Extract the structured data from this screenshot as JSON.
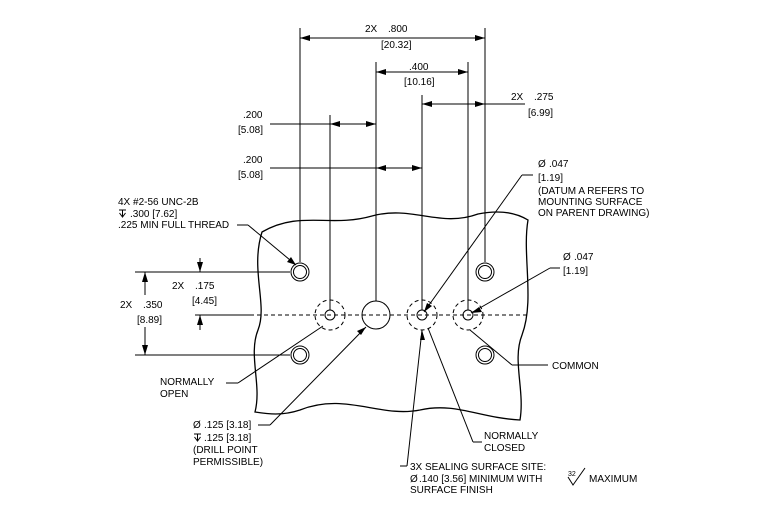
{
  "dimensions": {
    "overall_spacing": {
      "qty": "2X",
      "value": ".800",
      "metric": "[20.32]"
    },
    "center_spacing": {
      "value": ".400",
      "metric": "[10.16]"
    },
    "side_spacing": {
      "qty": "2X",
      "value": ".275",
      "metric": "[6.99]"
    },
    "left_offset_upper": {
      "value": ".200",
      "metric": "[5.08]"
    },
    "left_offset_lower": {
      "value": ".200",
      "metric": "[5.08]"
    },
    "vertical_half": {
      "qty": "2X",
      "value": ".175",
      "metric": "[4.45]"
    },
    "vertical_full": {
      "qty": "2X",
      "value": ".350",
      "metric": "[8.89]"
    }
  },
  "callouts": {
    "thread": {
      "line1": "4X #2-56 UNC-2B",
      "line2": ".300 [7.62]",
      "line3": ".225 MIN FULL THREAD"
    },
    "datum_hole": {
      "diameter": ".047",
      "metric": "[1.19]",
      "note1": "(DATUM A REFERS TO",
      "note2": "MOUNTING SURFACE",
      "note3": "ON PARENT DRAWING)"
    },
    "common_hole": {
      "diameter": ".047",
      "metric": "[1.19]"
    },
    "common_label": "COMMON",
    "normally_open": {
      "line1": "NORMALLY",
      "line2": "OPEN"
    },
    "normally_closed": {
      "line1": "NORMALLY",
      "line2": "CLOSED"
    },
    "center_hole": {
      "line1": ".125 [3.18]",
      "line2": ".125 [3.18]",
      "line3": "(DRILL POINT",
      "line4": "PERMISSIBLE)"
    },
    "sealing": {
      "line1": "3X SEALING SURFACE SITE:",
      "line2a": ".140 [3.56] MINIMUM WITH",
      "roughness": "32",
      "line2b": "MAXIMUM",
      "line3": "SURFACE FINISH"
    }
  },
  "symbols": {
    "diameter": "Ø",
    "depth": "depth-symbol-icon",
    "surface_finish": "surface-finish-icon"
  }
}
